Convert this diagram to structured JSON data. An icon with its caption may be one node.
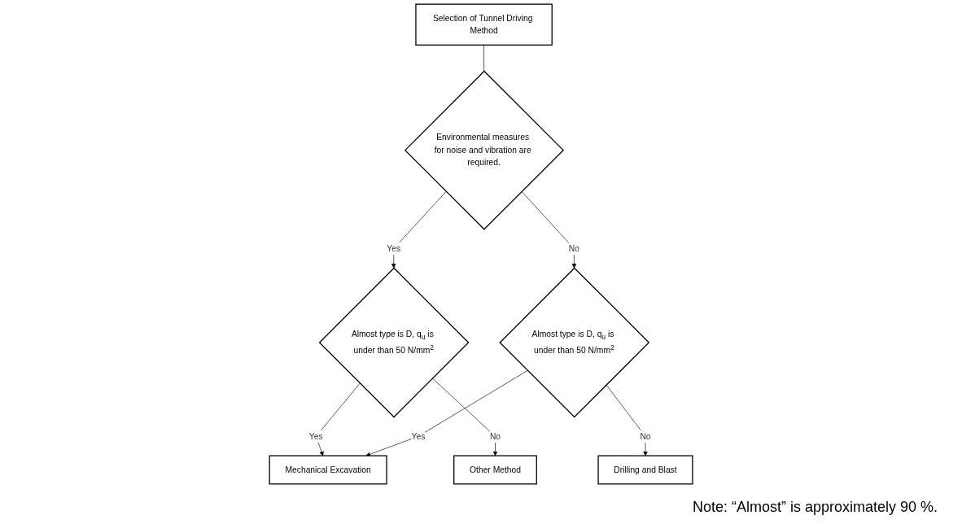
{
  "diagram": {
    "nodes": [
      {
        "text": [
          "Selection of Tunnel Driving Method"
        ]
      },
      {
        "text": [
          "Environmental measures for noise and vibration are required."
        ]
      },
      {
        "text": [
          "Almost type is D, q$_{u}$ is under than 50 N/mm$^{2}$"
        ]
      },
      {
        "text": [
          "Almost type is D, q$_{u}$ is under than 50 N/mm$^{2}$"
        ]
      },
      {
        "text": [
          "Drilling and Blast"
        ]
      },
      {
        "text": [
          "Mechanical Excavation"
        ]
      },
      {
        "text": [
          "Other Method"
        ]
      }
    ],
    "edges": [
      {
        "from": 0,
        "to": 1,
        "arrow": "none"
      },
      {
        "from": 1,
        "to": 2,
        "arrow": "to",
        "label": "Yes"
      },
      {
        "from": 1,
        "to": 3,
        "arrow": "to",
        "label": "No"
      },
      {
        "from": 2,
        "to": 5,
        "arrow": "to",
        "label": "Yes"
      },
      {
        "from": 2,
        "to": 6,
        "arrow": "to",
        "label": "No"
      },
      {
        "from": 3,
        "to": 5,
        "arrow": "to",
        "label": "Yes"
      },
      {
        "from": 3,
        "to": 4,
        "arrow": "to",
        "label": "No"
      }
    ],
    "labels": [
      "Note: “Almost” is approximately 90 %."
    ]
  }
}
